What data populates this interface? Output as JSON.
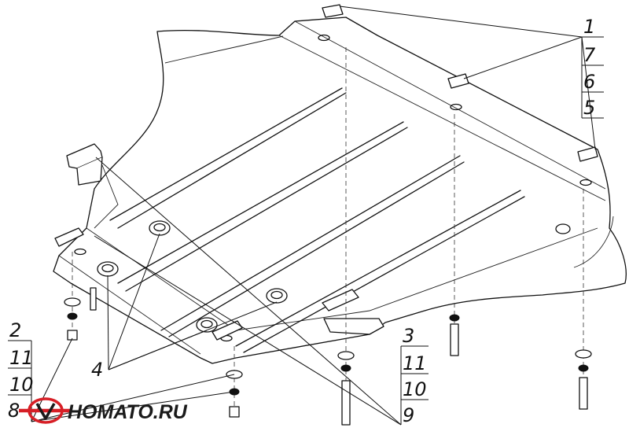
{
  "callouts": {
    "c1": "1",
    "c7": "7",
    "c6": "6",
    "c5": "5",
    "c4": "4",
    "c2": "2",
    "c11a": "11",
    "c10a": "10",
    "c8": "8",
    "c3": "3",
    "c11b": "11",
    "c10b": "10",
    "c9": "9"
  },
  "logo": {
    "text": "HOMATO.RU",
    "colors": {
      "red": "#d71f26",
      "dark": "#1a1a1a"
    }
  }
}
